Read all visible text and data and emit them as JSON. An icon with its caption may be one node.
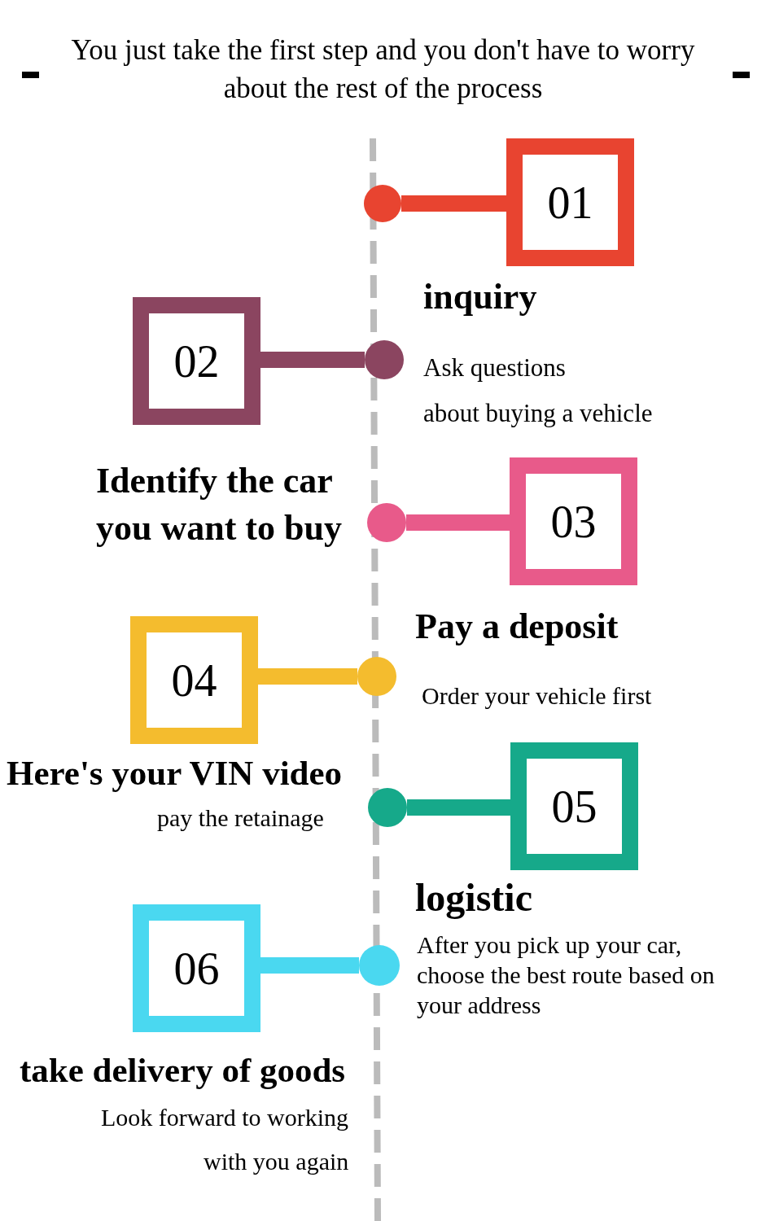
{
  "diagram": {
    "title": "You just take the first step and you don't have to worry about the rest of the process",
    "nodes": [
      {
        "text": [
          "01"
        ]
      },
      {
        "text": [],
        "shape": "circle"
      },
      {
        "text": [
          "02"
        ]
      },
      {
        "text": [],
        "shape": "circle"
      },
      {
        "text": [
          "03"
        ]
      },
      {
        "text": [],
        "shape": "circle"
      },
      {
        "text": [
          "04"
        ]
      },
      {
        "text": [],
        "shape": "circle"
      },
      {
        "text": [
          "05"
        ]
      },
      {
        "text": [],
        "shape": "circle"
      },
      {
        "text": [
          "06"
        ]
      },
      {
        "text": [],
        "shape": "circle"
      }
    ],
    "edges": [
      {
        "from": 0,
        "to": 1,
        "arrow": "none",
        "color": "#e84430"
      },
      {
        "from": 2,
        "to": 3,
        "arrow": "none",
        "color": "#8b4560"
      },
      {
        "from": 4,
        "to": 5,
        "arrow": "none",
        "color": "#e85a8a"
      },
      {
        "from": 6,
        "to": 7,
        "arrow": "none",
        "color": "#f4bc2e"
      },
      {
        "from": 8,
        "to": 9,
        "arrow": "none",
        "color": "#16a98a"
      },
      {
        "from": 10,
        "to": 11,
        "arrow": "none",
        "color": "#4ad8f0"
      }
    ],
    "labels": [
      "inquiry",
      "Ask questions",
      "about buying a vehicle",
      "Identify the car you want to buy",
      "Pay a deposit",
      "Order your vehicle first",
      "Here's your VIN video",
      "pay the retainage",
      "logistic",
      "After you pick up your car, choose the best route based on your address",
      "take delivery of goods",
      "Look forward to working",
      "with you again"
    ]
  }
}
